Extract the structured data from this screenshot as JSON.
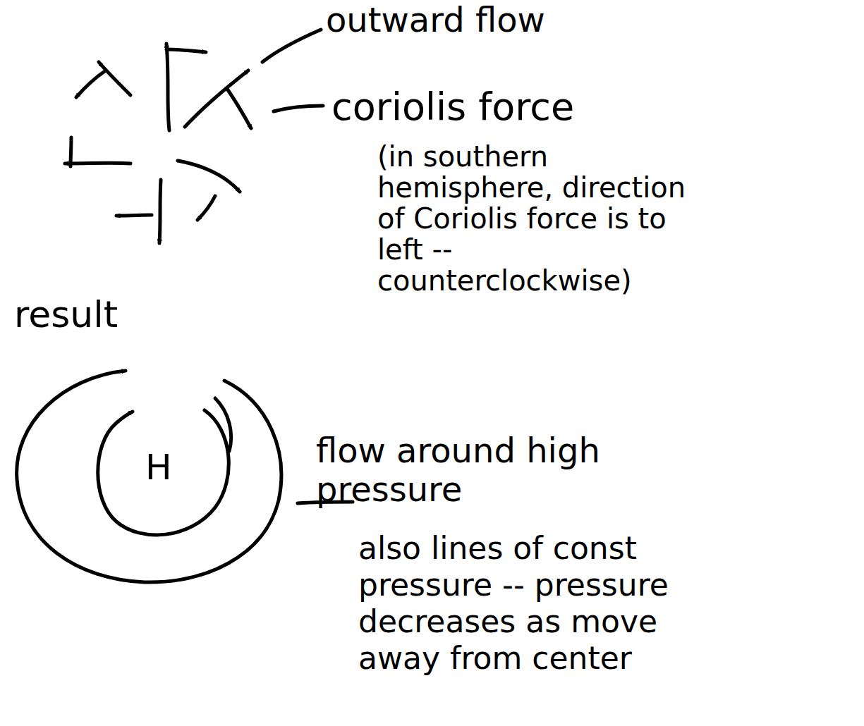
{
  "diagram": {
    "labels": [
      "outward flow",
      "coriolis force",
      "(in southern hemisphere, direction of Coriolis force is to left -- counterclockwise)",
      "result",
      "H",
      "flow around high pressure",
      "also lines of const pressure -- pressure decreases as move away from center"
    ]
  }
}
